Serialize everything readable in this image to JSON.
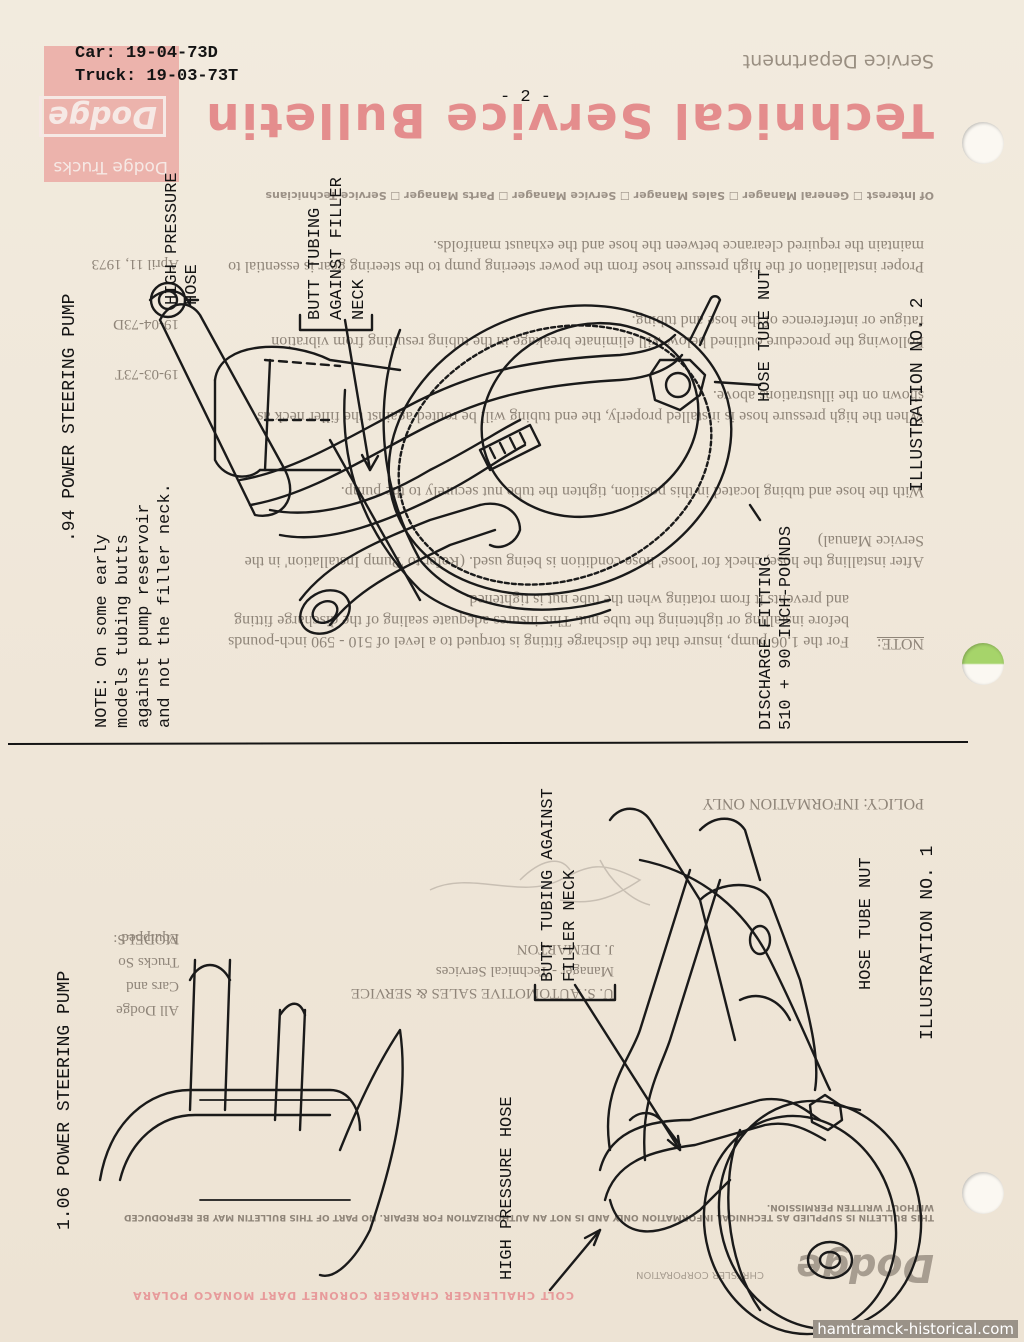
{
  "header": {
    "car": "Car: 19-04-73D",
    "truck": "Truck: 19-03-73T",
    "page_number": "- 2 -",
    "department": "Service Department",
    "title": "Technical Service Bulletin",
    "brand_box": "Dodge",
    "brand_sub": "Dodge Trucks",
    "of_interest": "Of Interest ☐ General Manager ☐ Sales Manager ☐ Service Manager ☐ Parts Manager ☐ Service Technicians"
  },
  "background_text": {
    "para1": "Proper installation of the high pressure hose from the power steering pump to the steering gear is essential to maintain the required clearance between the hose and the exhaust manifolds.",
    "para2": "Following the procedure outlined below will eliminate breakage in the tubing resulting from vibration fatigue or interference of the hose and tubing.",
    "para3": "When the high pressure hose is installed properly, the end tubing will be routed against the filler neck as shown on the illustrations above.",
    "para4": "With the hose and tubing located in this position, tighten the tube nut securely to the pump.",
    "para5": "After installing the hose, check for 'loose' hose condition is being used. (Refer to 'Pump Installation' in the Service Manual)",
    "note_label": "NOTE:",
    "note_text": "For the 1.06 pump, insure that the discharge fitting is torqued to a level of 510 - 590 inch-pounds before installing or tightening the tube nut. This insures adequate sealing of the discharge fitting and prevents it from rotating when the tube nut is tightened.",
    "policy": "POLICY: INFORMATION ONLY",
    "signer_name": "J. DEMARTON",
    "signer_title": "Manager - Technical Services",
    "signer_org": "U. S. AUTOMOTIVE SALES & SERVICE",
    "sidebar_date": "April 11, 1973",
    "sidebar_car": "19-04-73D",
    "sidebar_truck": "19-03-73T",
    "sidebar_models": "MODELS:",
    "sidebar_models_val": "All Dodge Cars and Trucks So Equipped",
    "bottom_small": "THIS BULLETIN IS SUPPLIED AS TECHNICAL INFORMATION ONLY AND IS NOT AN AUTHORIZATION FOR REPAIR. NO PART OF THIS BULLETIN MAY BE REPRODUCED WITHOUT WRITTEN PERMISSION.",
    "bottom_models": "COLT CHALLENGER CHARGER CORONET DART MONACO POLARA",
    "bottom_brand": "Dodge",
    "bottom_chrysler": "CHRYSLER CORPORATION"
  },
  "illustration2": {
    "caption": "ILLUSTRATION NO. 2",
    "pump_label": ".94 POWER STEERING PUMP",
    "high_pressure_hose": "HIGH PRESSURE HOSE",
    "butt_tubing": "BUTT TUBING AGAINST FILLER NECK",
    "hose_tube_nut": "HOSE TUBE NUT",
    "discharge_fitting": "DISCHARGE FITTING",
    "torque": "510 + 90 INCH-POUNDS",
    "note": "NOTE: On some early models tubing butts against pump reservoir and not the filler neck."
  },
  "illustration1": {
    "caption": "ILLUSTRATION NO. 1",
    "pump_label": "1.06 POWER STEERING PUMP",
    "butt_tubing": "BUTT TUBING AGAINST FILLER NECK",
    "high_pressure_hose": "HIGH PRESSURE HOSE",
    "hose_tube_nut": "HOSE TUBE NUT"
  },
  "watermark": "hamtramck-historical.com",
  "colors": {
    "paper": "#efe6d8",
    "ink": "#141414",
    "letterhead_pink": "#e48d8d",
    "tab_green": "#a6d46a"
  }
}
